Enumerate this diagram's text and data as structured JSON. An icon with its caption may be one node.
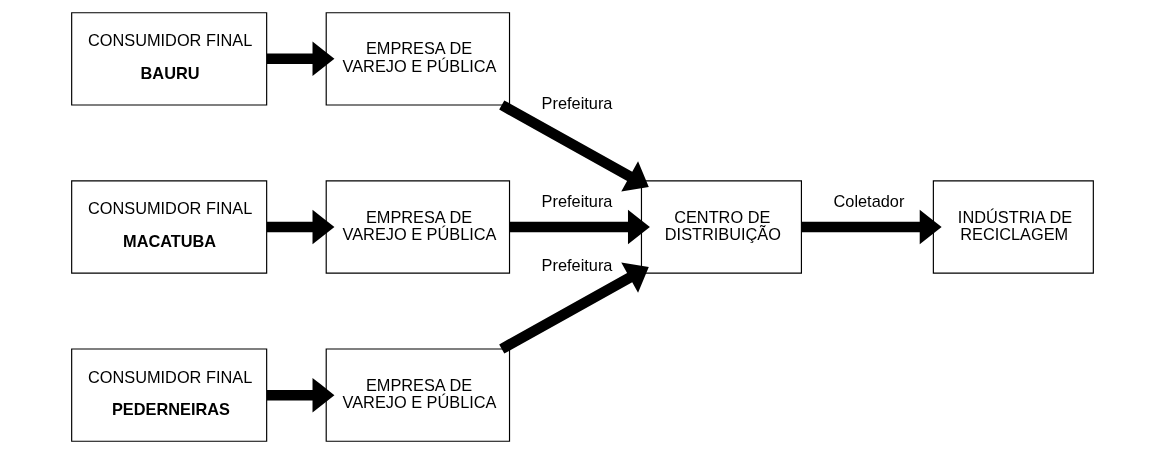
{
  "diagram": {
    "nodes": [
      {
        "text": [
          "CONSUMIDOR FINAL",
          "BAURU"
        ]
      },
      {
        "text": [
          "EMPRESA DE VAREJO E PÚBLICA"
        ]
      },
      {
        "text": [
          "CONSUMIDOR FINAL",
          "MACATUBA"
        ]
      },
      {
        "text": [
          "EMPRESA DE VAREJO E PÚBLICA"
        ]
      },
      {
        "text": [
          "CENTRO DE DISTRIBUIÇÃO"
        ]
      },
      {
        "text": [
          "INDÚSTRIA DE RECICLAGEM"
        ]
      },
      {
        "text": [
          "CONSUMIDOR FINAL",
          "PEDERNEIRAS"
        ]
      },
      {
        "text": [
          "EMPRESA DE VAREJO E PÚBLICA"
        ]
      }
    ],
    "edges": [
      {
        "from": 0,
        "to": 1,
        "arrow": "to"
      },
      {
        "from": 1,
        "to": 4,
        "arrow": "to",
        "label": "Prefeitura"
      },
      {
        "from": 2,
        "to": 3,
        "arrow": "to"
      },
      {
        "from": 3,
        "to": 4,
        "arrow": "to",
        "label": "Prefeitura"
      },
      {
        "from": 4,
        "to": 5,
        "arrow": "to",
        "label": "Coletador"
      },
      {
        "from": 6,
        "to": 7,
        "arrow": "to"
      },
      {
        "from": 7,
        "to": 4,
        "arrow": "to",
        "label": "Prefeitura"
      }
    ]
  }
}
